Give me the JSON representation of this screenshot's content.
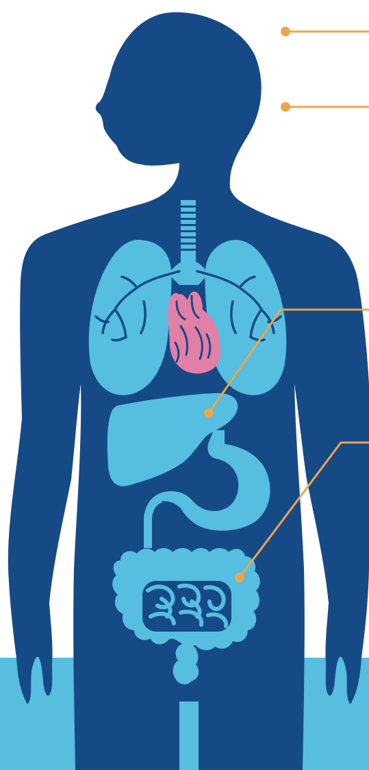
{
  "colors": {
    "background": "#ffffff",
    "ground": "#57bedf",
    "body": "#164a86",
    "organ": "#56bee0",
    "organ_detail": "#164a86",
    "heart": "#e27fa7",
    "heart_detail": "#164a86",
    "callout": "#eda54d"
  },
  "callouts": [
    {
      "name": "callout-head-upper",
      "target": "head"
    },
    {
      "name": "callout-neck",
      "target": "neck"
    },
    {
      "name": "callout-liver",
      "target": "liver"
    },
    {
      "name": "callout-intestines",
      "target": "large-intestine"
    }
  ],
  "organs": [
    "trachea",
    "left-lung",
    "right-lung",
    "heart",
    "liver",
    "stomach",
    "esophagus-link",
    "large-intestine",
    "small-intestine"
  ]
}
